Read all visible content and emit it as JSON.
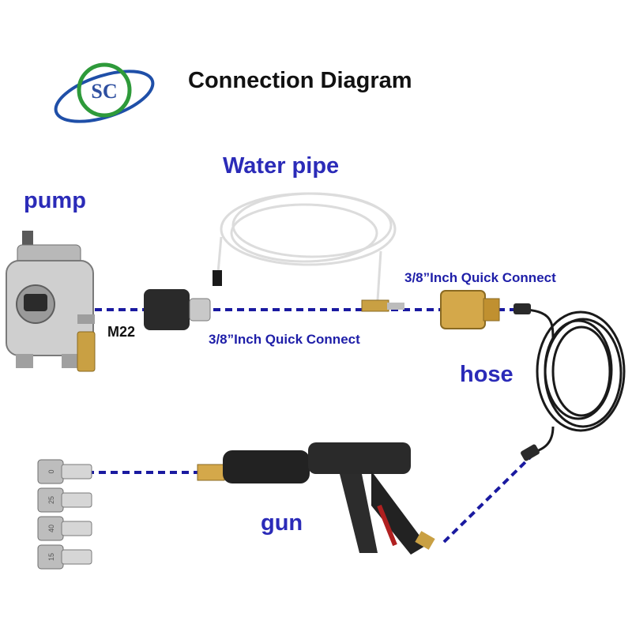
{
  "logo": {
    "text": "SC"
  },
  "title": "Connection Diagram",
  "labels": {
    "water_pipe": "Water pipe",
    "pump": "pump",
    "m22": "M22",
    "quick_connect_left": "3/8”Inch Quick Connect",
    "quick_connect_right": "3/8”Inch Quick Connect",
    "hose": "hose",
    "gun": "gun"
  },
  "nozzles": [
    "0",
    "25",
    "40",
    "15"
  ],
  "colors": {
    "label_blue": "#2b2bb8",
    "dotted_line": "#1a1aa0",
    "logo_green": "#2e9a3a",
    "logo_blue": "#1f4fa8",
    "brass": "#c9a043",
    "hose_black": "#1a1a1a"
  }
}
